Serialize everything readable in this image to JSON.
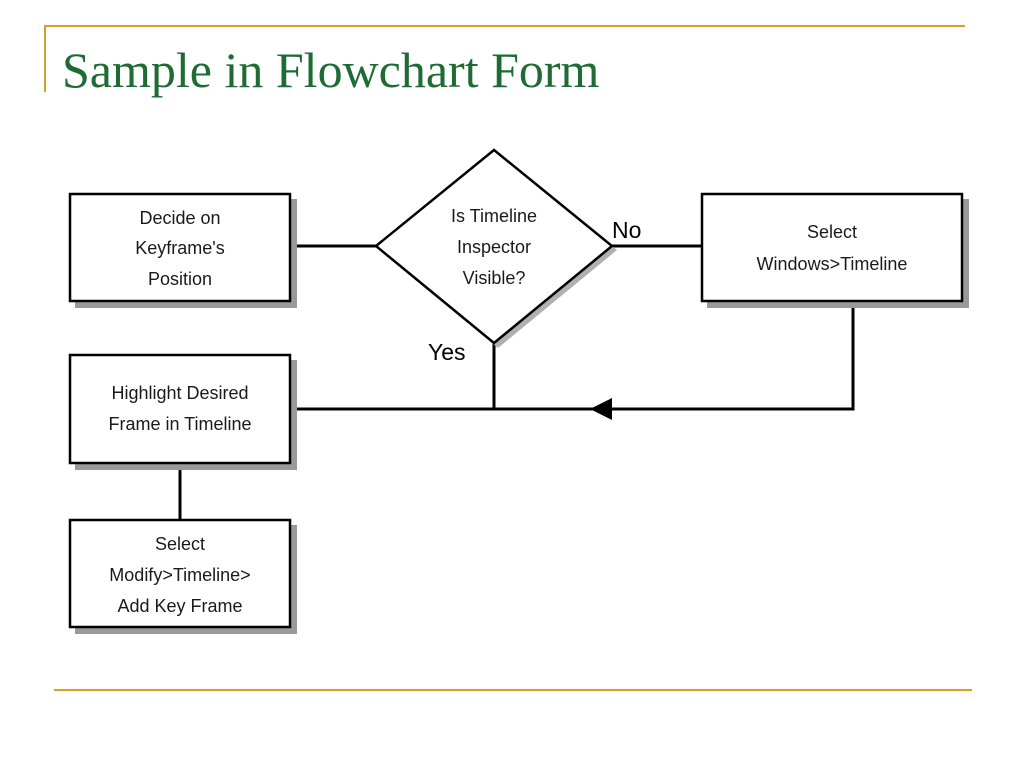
{
  "slide": {
    "title": "Sample in Flowchart Form"
  },
  "flowchart": {
    "nodes": {
      "decide": {
        "lines": [
          "Decide on",
          "Keyframe's",
          "Position"
        ]
      },
      "check": {
        "lines": [
          "Is Timeline",
          "Inspector",
          "Visible?"
        ]
      },
      "select_windows": {
        "lines": [
          "Select",
          "Windows>Timeline"
        ]
      },
      "highlight": {
        "lines": [
          "Highlight Desired",
          "Frame in Timeline"
        ]
      },
      "add_key": {
        "lines": [
          "Select",
          "Modify>Timeline>",
          "Add Key Frame"
        ]
      }
    },
    "labels": {
      "no": "No",
      "yes": "Yes"
    }
  },
  "colors": {
    "title": "#1e6b34",
    "accent_rule": "#d4a02b",
    "box_shadow": "#9a9a9a",
    "line": "#000000"
  }
}
